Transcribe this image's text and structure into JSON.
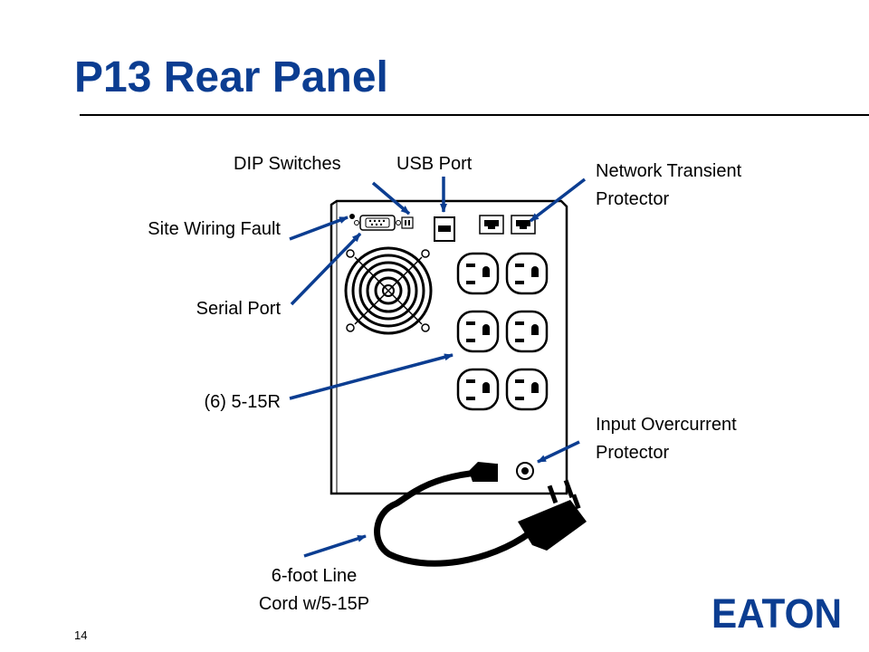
{
  "title": "P13 Rear Panel",
  "callouts": {
    "dip_switches": "DIP Switches",
    "usb_port": "USB Port",
    "network_transient_line1": "Network Transient",
    "network_transient_line2": "Protector",
    "site_wiring_fault": "Site Wiring Fault",
    "serial_port": "Serial Port",
    "receptacles": "(6) 5-15R",
    "input_overcurrent_line1": "Input Overcurrent",
    "input_overcurrent_line2": "Protector",
    "line_cord_line1": "6-foot Line",
    "line_cord_line2": "Cord w/5-15P"
  },
  "page_number": "14",
  "logo": {
    "text": "EATON"
  },
  "colors": {
    "title": "#0b3d91",
    "arrow": "#0b3d91",
    "logo": "#0b3d91"
  }
}
